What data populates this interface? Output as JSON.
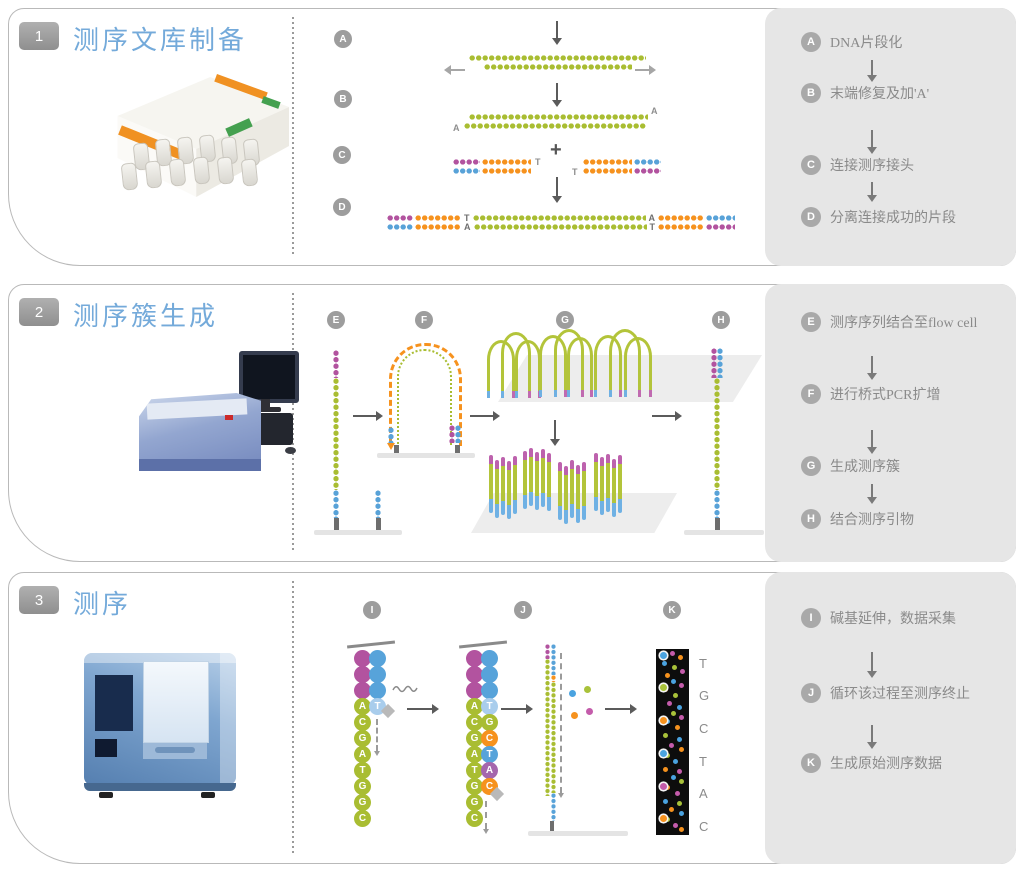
{
  "palette": {
    "green": "#a9bd32",
    "orange": "#f6921e",
    "blue": "#58a2d8",
    "magenta": "#b2539f",
    "light_blue": "#a9cdec",
    "purple": "#a566ad",
    "panel_gray": "#e6e6e6",
    "title_blue": "#74aada",
    "badge_gray": "#9d9d9d",
    "flowcell_black": "#0d0d0d"
  },
  "glyphs": {
    "plus": "+"
  },
  "letters": {
    "A": "A",
    "T": "T"
  },
  "sections": [
    {
      "num": "1",
      "title": "测序文库制备",
      "steps": [
        {
          "id": "A",
          "text": "DNA片段化"
        },
        {
          "id": "B",
          "text": "末端修复及加'A'"
        },
        {
          "id": "C",
          "text": "连接测序接头"
        },
        {
          "id": "D",
          "text": "分离连接成功的片段"
        }
      ]
    },
    {
      "num": "2",
      "title": "测序簇生成",
      "steps": [
        {
          "id": "E",
          "text": "测序序列结合至flow cell"
        },
        {
          "id": "F",
          "text": "进行桥式PCR扩增"
        },
        {
          "id": "G",
          "text": "生成测序簇"
        },
        {
          "id": "H",
          "text": "结合测序引物"
        }
      ]
    },
    {
      "num": "3",
      "title": "测序",
      "steps": [
        {
          "id": "I",
          "text": "碱基延伸，数据采集"
        },
        {
          "id": "J",
          "text": "循环该过程至测序终止"
        },
        {
          "id": "K",
          "text": "生成原始测序数据"
        }
      ],
      "template_bases": [
        "A",
        "C",
        "G",
        "A",
        "T",
        "G",
        "G",
        "C"
      ],
      "incoming_base": "T",
      "extended_bases": [
        "T",
        "G",
        "C",
        "T",
        "A",
        "C"
      ],
      "base_calls": [
        "T",
        "G",
        "C",
        "T",
        "A",
        "C"
      ]
    }
  ]
}
